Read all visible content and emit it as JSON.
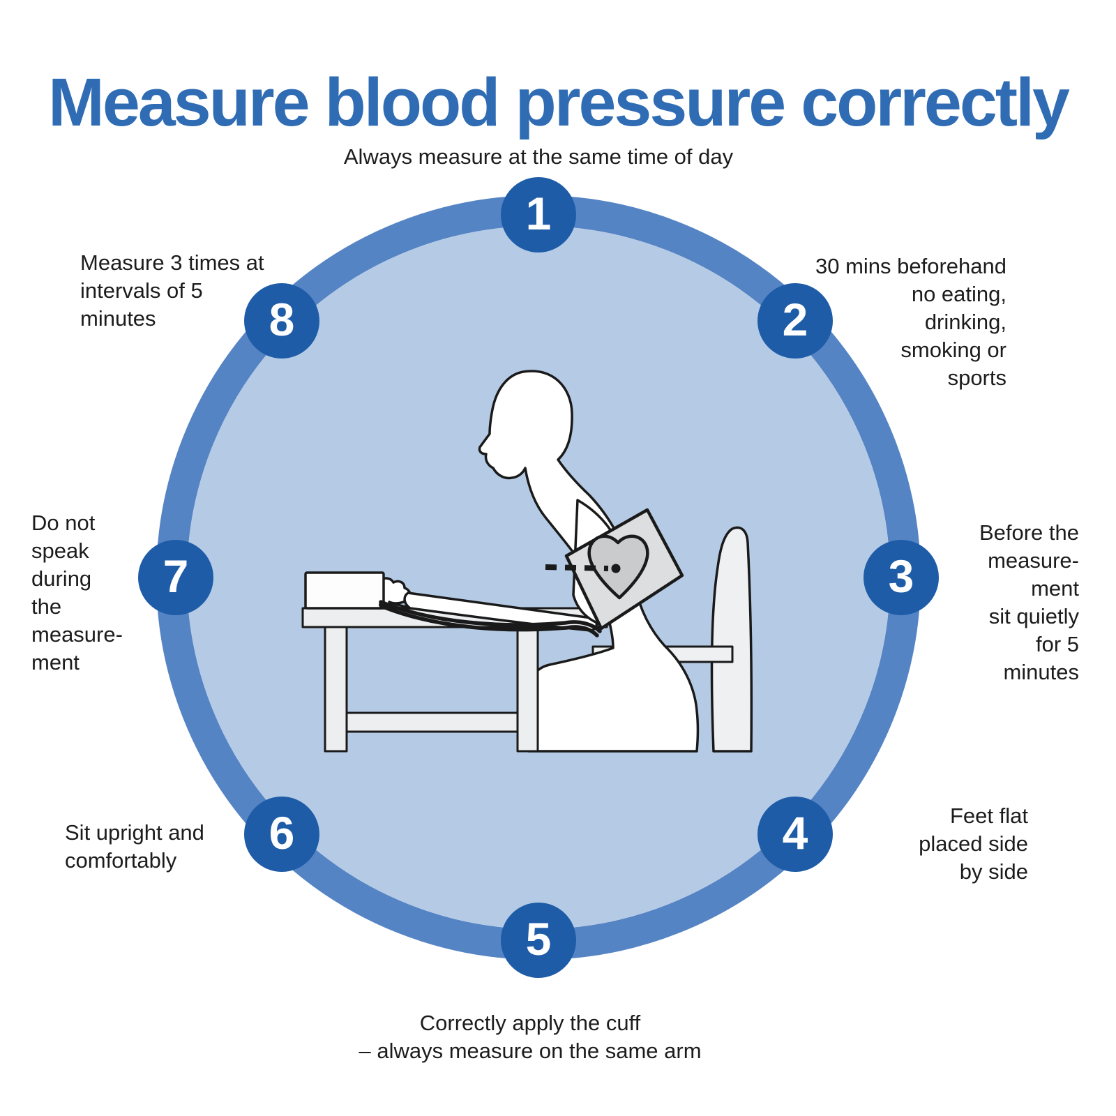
{
  "title": "Measure blood pressure correctly",
  "colors": {
    "title-blue": "#2f6cb4",
    "circle-blue": "#1e5ca8",
    "ring-blue": "#5584c4",
    "fill-blue": "#b5cbe5",
    "ink": "#1c1c1c"
  },
  "steps": [
    {
      "number": "1",
      "label": "Always measure at the same time of day"
    },
    {
      "number": "2",
      "label": "30 mins beforehand\nno eating,\ndrinking,\nsmoking or\nsports"
    },
    {
      "number": "3",
      "label": "Before the\nmeasure-\nment\nsit quietly\nfor 5\nminutes"
    },
    {
      "number": "4",
      "label": "Feet flat\nplaced side\nby side"
    },
    {
      "number": "5",
      "label": "Correctly apply the cuff\n– always measure on the same arm"
    },
    {
      "number": "6",
      "label": "Sit upright and\ncomfortably"
    },
    {
      "number": "7",
      "label": "Do not\nspeak\nduring\nthe\nmeasure-\nment"
    },
    {
      "number": "8",
      "label": "Measure 3 times at\nintervals of 5\nminutes"
    }
  ],
  "illustration": {
    "icons": [
      "person-icon",
      "chair-icon",
      "table-icon",
      "bp-monitor-icon",
      "tube-icon",
      "hand-icon",
      "arm-cuff-icon",
      "heart-icon",
      "heart-level-dashes-icon"
    ]
  }
}
